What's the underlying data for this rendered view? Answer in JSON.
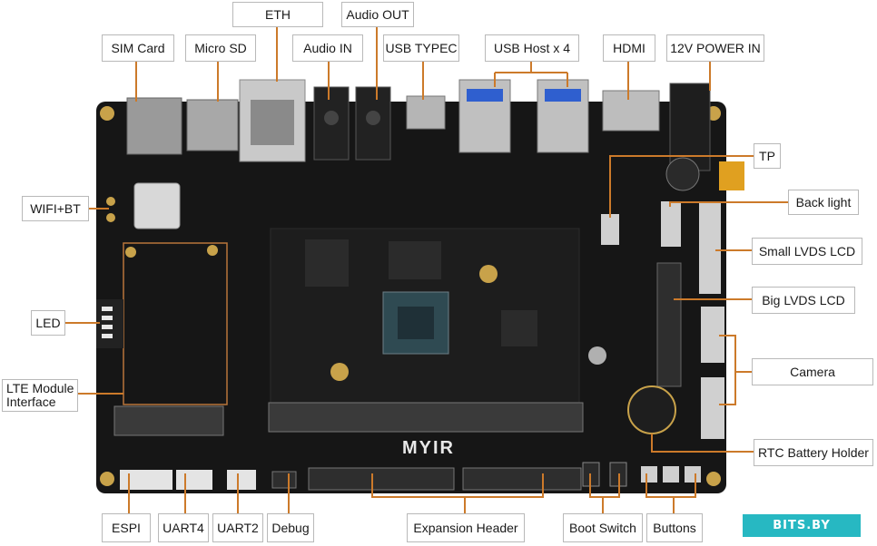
{
  "colors": {
    "board": "#161616",
    "leader": "#cc7a2a",
    "label_border": "#b9b9b9",
    "watermark_bg": "#27b8c2"
  },
  "labels": {
    "eth": "ETH",
    "audio_out": "Audio OUT",
    "sim_card": "SIM Card",
    "micro_sd": "Micro SD",
    "audio_in": "Audio IN",
    "usb_typec": "USB TYPEC",
    "usb_host": "USB Host x 4",
    "hdmi": "HDMI",
    "power_in": "12V POWER IN",
    "wifi_bt": "WIFI+BT",
    "tp": "TP",
    "back_light": "Back light",
    "small_lvds": "Small LVDS LCD",
    "big_lvds": "Big LVDS LCD",
    "led": "LED",
    "camera": "Camera",
    "lte_line1": "LTE Module",
    "lte_line2": "Interface",
    "rtc": "RTC Battery Holder",
    "espi": "ESPI",
    "uart4": "UART4",
    "uart2": "UART2",
    "debug": "Debug",
    "expansion": "Expansion Header",
    "boot_switch": "Boot Switch",
    "buttons": "Buttons"
  },
  "board": {
    "brand": "MYIR"
  },
  "watermark": "BITS.BY"
}
